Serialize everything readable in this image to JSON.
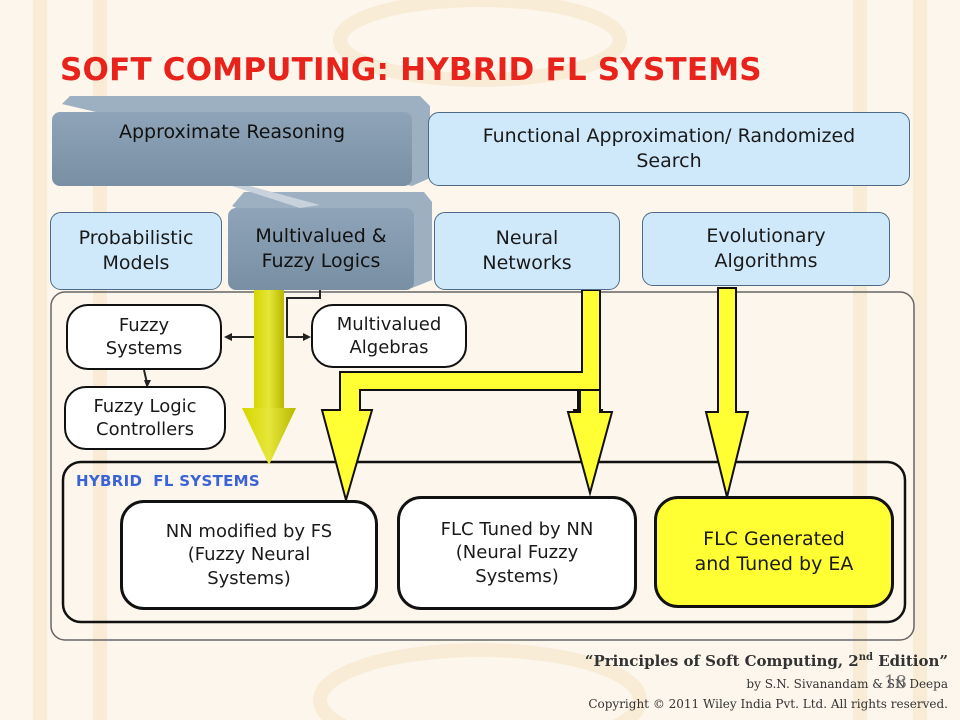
{
  "title": "SOFT COMPUTING: HYBRID FL SYSTEMS",
  "top_boxes": {
    "approx_reasoning": "Approximate Reasoning",
    "functional_approx": "Functional Approximation/ Randomized\nSearch"
  },
  "mid_boxes": {
    "probabilistic": "Probabilistic\nModels",
    "multivalued_fuzzy": "Multivalued &\nFuzzy Logics",
    "neural": "Neural\nNetworks",
    "evolutionary": "Evolutionary\nAlgorithms"
  },
  "inner_boxes": {
    "fuzzy_systems": "Fuzzy\nSystems",
    "multivalued_algebras": "Multivalued\nAlgebras",
    "flc": "Fuzzy Logic\nControllers"
  },
  "hybrid_label": "HYBRID  FL SYSTEMS",
  "hybrid_boxes": {
    "nn_fs": "NN modified by FS\n(Fuzzy Neural\nSystems)",
    "flc_nn": "FLC Tuned by NN\n(Neural Fuzzy\nSystems)",
    "flc_ea": "FLC Generated\nand Tuned by EA"
  },
  "citation": {
    "book_pre": "“Principles of Soft Computing, 2",
    "book_sup": "nd",
    "book_post": " Edition”",
    "authors": "by S.N. Sivanandam & SN Deepa",
    "copyright": "Copyright © 2011 Wiley India Pvt. Ltd.  All rights reserved."
  },
  "page_number": "18",
  "colors": {
    "title": "#e8231b",
    "accent_yellow": "#ffff33",
    "light_blue_box": "#cfe9fb",
    "gray_box": "#8fa4b8",
    "hybrid_label": "#3a63d8"
  }
}
